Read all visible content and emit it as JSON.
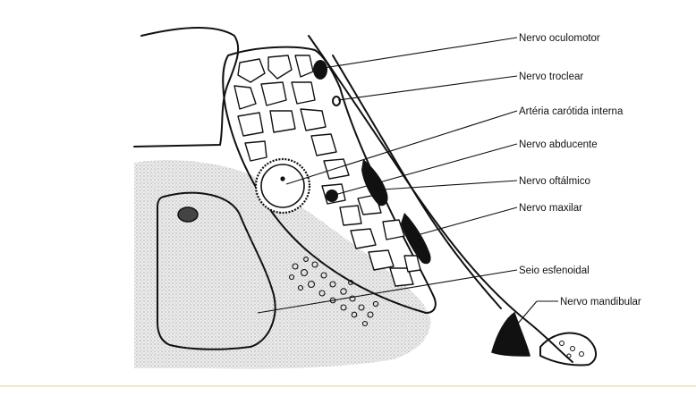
{
  "labels": {
    "oculomotor": "Nervo oculomotor",
    "troclear": "Nervo troclear",
    "carotida": "Artéria carótida interna",
    "abducente": "Nervo abducente",
    "oftalmico": "Nervo oftálmico",
    "maxilar": "Nervo maxilar",
    "esfenoidal": "Seio esfenoidal",
    "mandibular": "Nervo mandibular"
  },
  "colors": {
    "ink": "#111111",
    "stipple": "#d9d9d9",
    "bottom_rule": "#f2e6c9"
  }
}
